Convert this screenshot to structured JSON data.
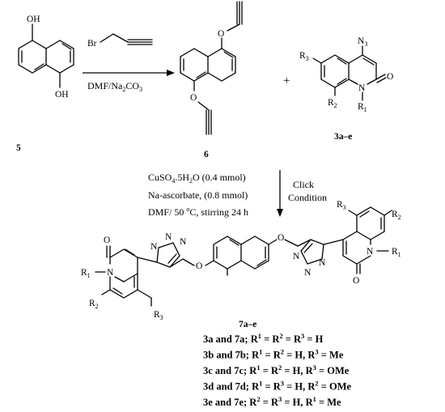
{
  "reagent": {
    "line1": "DMF/Na",
    "line1_sub": "2",
    "line1_b": "CO",
    "line1_sub2": "3"
  },
  "compounds": {
    "c5": "5",
    "c6": "6",
    "c3": "3a–e",
    "c7": "7a–e",
    "plus": "+"
  },
  "atoms": {
    "OH": "OH",
    "Br": "Br",
    "O": "O",
    "N": "N",
    "N3": "N",
    "N3_sub": "3",
    "R1": "R",
    "R1_sub": "1",
    "R2": "R",
    "R2_sub": "2",
    "R3": "R",
    "R3_sub": "3"
  },
  "conditions": {
    "line1_a": "CuSO",
    "line1_sub": "4",
    "line1_b": ".5H",
    "line1_sub2": "2",
    "line1_c": "O (0.4 mmol)",
    "line2": "Na-ascorbate, (0.8 mmol)",
    "line3_a": "DMF/ 50 ",
    "line3_sup": "o",
    "line3_b": "C, stirring 24 h",
    "click1": "Click",
    "click2": "Condition"
  },
  "legend": [
    {
      "a": "3a and 7a; R",
      "rest": [
        [
          "1",
          " = R"
        ],
        [
          "2",
          " = R"
        ],
        [
          "3",
          " = H"
        ]
      ]
    },
    {
      "a": "3b and 7b; R",
      "rest": [
        [
          "1",
          " = R"
        ],
        [
          "2",
          " = H, R"
        ],
        [
          "3",
          " = Me"
        ]
      ]
    },
    {
      "a": "3c and 7c; R",
      "rest": [
        [
          "1",
          " = R"
        ],
        [
          "2",
          " = H, R"
        ],
        [
          "3",
          " = OMe"
        ]
      ]
    },
    {
      "a": "3d and 7d; R",
      "rest": [
        [
          "1",
          " = R"
        ],
        [
          "3",
          " = H, R"
        ],
        [
          "2",
          " = OMe"
        ]
      ]
    },
    {
      "a": "3e and 7e; R",
      "rest": [
        [
          "2",
          " = R"
        ],
        [
          "3",
          " = H, R"
        ],
        [
          "1",
          " = Me"
        ]
      ]
    }
  ]
}
